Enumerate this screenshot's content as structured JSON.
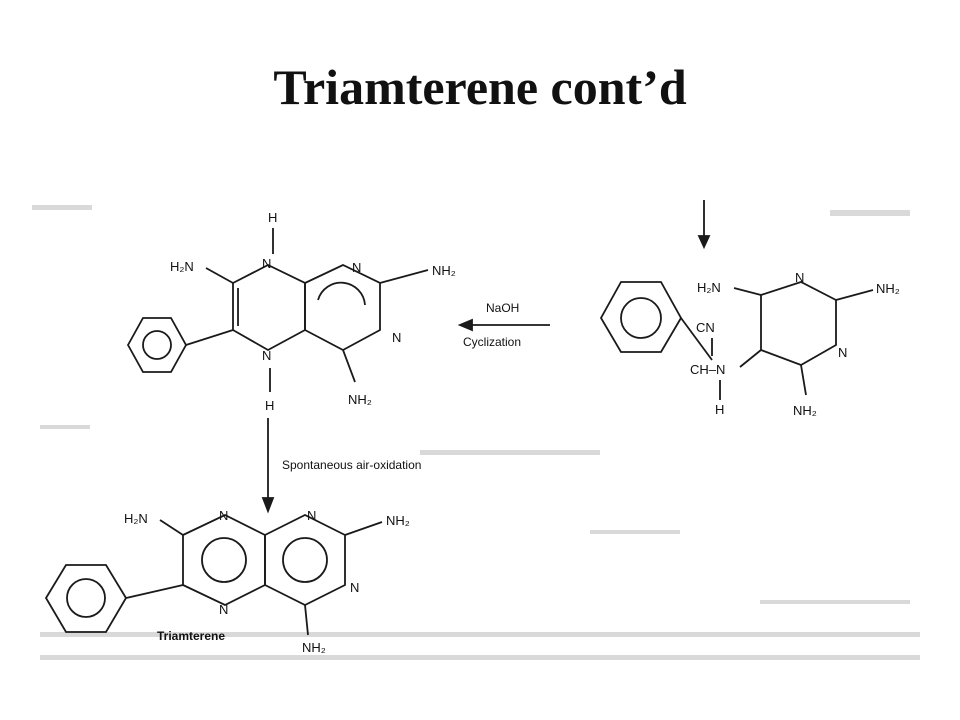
{
  "title": "Triamterene cont’d",
  "reagents": {
    "naoh": "NaOH",
    "cyclization": "Cyclization",
    "oxidation": "Spontaneous air-oxidation"
  },
  "atoms": {
    "N": "N",
    "H": "H",
    "H2N": "H₂N",
    "NH2": "NH₂",
    "CN": "CN",
    "CH": "CH–N",
    "nitrogen": "N"
  },
  "product_name": "Triamterene"
}
